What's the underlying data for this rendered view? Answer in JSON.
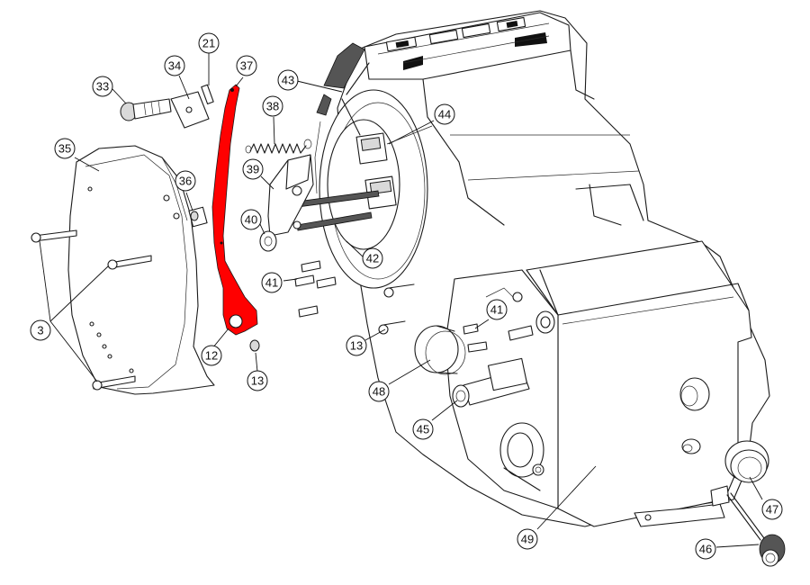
{
  "highlight_color": "#ff0000",
  "callouts": [
    {
      "id": "c21",
      "label": "21"
    },
    {
      "id": "c33",
      "label": "33"
    },
    {
      "id": "c34",
      "label": "34"
    },
    {
      "id": "c37",
      "label": "37"
    },
    {
      "id": "c43",
      "label": "43"
    },
    {
      "id": "c35",
      "label": "35"
    },
    {
      "id": "c38",
      "label": "38"
    },
    {
      "id": "c44",
      "label": "44"
    },
    {
      "id": "c36",
      "label": "36"
    },
    {
      "id": "c39",
      "label": "39"
    },
    {
      "id": "c40",
      "label": "40"
    },
    {
      "id": "c42",
      "label": "42"
    },
    {
      "id": "c41a",
      "label": "41"
    },
    {
      "id": "c3",
      "label": "3"
    },
    {
      "id": "c12",
      "label": "12"
    },
    {
      "id": "c13a",
      "label": "13"
    },
    {
      "id": "c13b",
      "label": "13"
    },
    {
      "id": "c41b",
      "label": "41"
    },
    {
      "id": "c48",
      "label": "48"
    },
    {
      "id": "c45",
      "label": "45"
    },
    {
      "id": "c47",
      "label": "47"
    },
    {
      "id": "c49",
      "label": "49"
    },
    {
      "id": "c46",
      "label": "46"
    }
  ]
}
